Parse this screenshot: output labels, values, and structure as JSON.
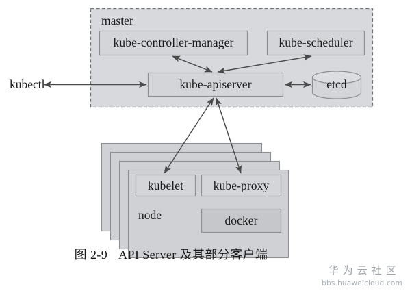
{
  "figure": {
    "caption_number": "图 2-9",
    "caption_title": "API Server 及其部分客户端"
  },
  "master": {
    "label": "master",
    "components": [
      {
        "id": "kube-controller-manager",
        "label": "kube-controller-manager"
      },
      {
        "id": "kube-scheduler",
        "label": "kube-scheduler"
      },
      {
        "id": "kube-apiserver",
        "label": "kube-apiserver"
      },
      {
        "id": "etcd",
        "label": "etcd",
        "shape": "cylinder"
      }
    ]
  },
  "client": {
    "kubectl_label": "kubectl"
  },
  "node": {
    "label": "node",
    "stack_count": 4,
    "components": [
      {
        "id": "kubelet",
        "label": "kubelet"
      },
      {
        "id": "kube-proxy",
        "label": "kube-proxy"
      },
      {
        "id": "docker",
        "label": "docker"
      }
    ]
  },
  "connections": [
    {
      "from": "kubectl",
      "to": "kube-apiserver",
      "style": "bidirectional"
    },
    {
      "from": "kube-apiserver",
      "to": "kube-controller-manager",
      "style": "bidirectional"
    },
    {
      "from": "kube-apiserver",
      "to": "kube-scheduler",
      "style": "bidirectional"
    },
    {
      "from": "kube-apiserver",
      "to": "etcd",
      "style": "bidirectional"
    },
    {
      "from": "kube-apiserver",
      "to": "kubelet",
      "style": "bidirectional"
    },
    {
      "from": "kube-apiserver",
      "to": "kube-proxy",
      "style": "bidirectional"
    }
  ],
  "watermark": {
    "text_cn": "华为云社区",
    "url": "bbs.huaweicloud.com"
  },
  "colors": {
    "master_fill": "#d8d9dc",
    "box_fill": "#d4d5d8",
    "box_stroke": "#8d8f93",
    "node_fill": "#cfd1d4",
    "node_stroke": "#8d8f93",
    "docker_fill": "#c5c7cb",
    "arrow_stroke": "#4a4a4a",
    "dashed_stroke": "#6f7276",
    "text": "#1a1a1a"
  }
}
